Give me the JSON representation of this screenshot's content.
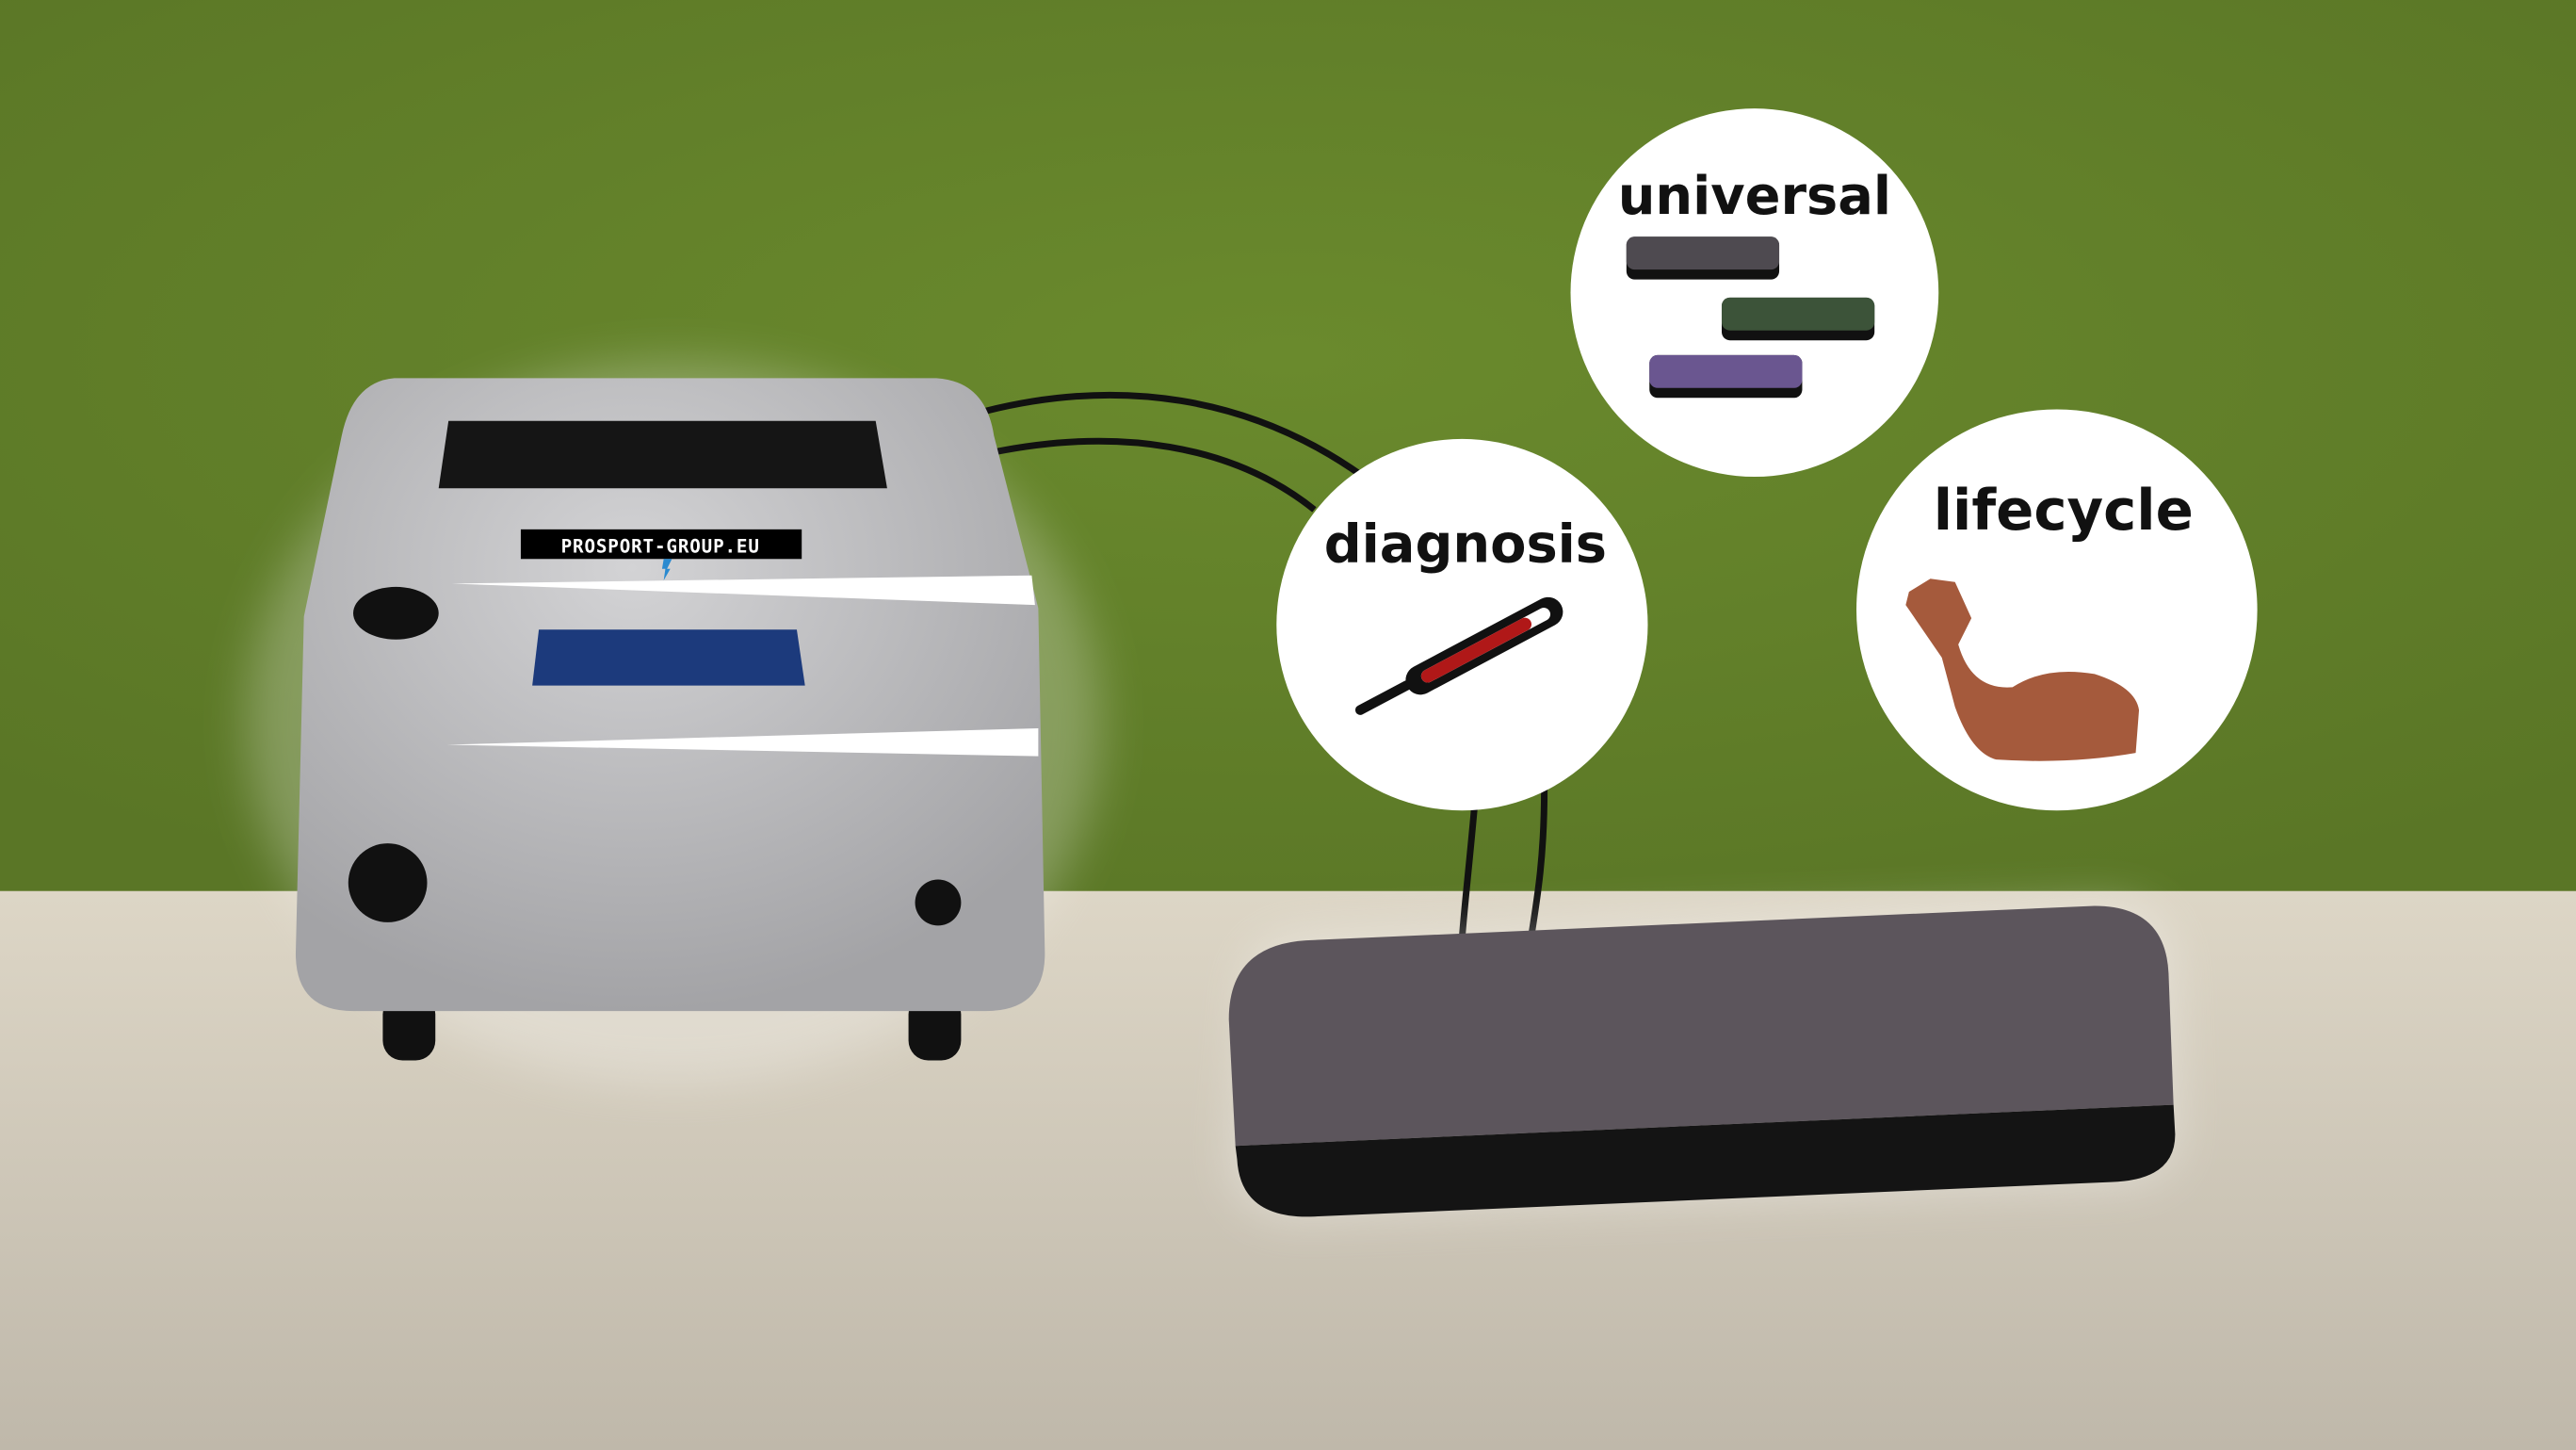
{
  "machine": {
    "logo_text": "PROSPORT-GROUP.EU"
  },
  "bubbles": [
    {
      "label": "universal",
      "icon": "colored-bars-icon"
    },
    {
      "label": "diagnosis",
      "icon": "thermometer-icon"
    },
    {
      "label": "lifecycle",
      "icon": "flexed-biceps-icon"
    }
  ],
  "colors": {
    "wall": "#5f7b27",
    "floor": "#cfc7b8",
    "machine": "#b0b0b2",
    "screen": "#1a3a7a",
    "pad": "#5c555c"
  }
}
